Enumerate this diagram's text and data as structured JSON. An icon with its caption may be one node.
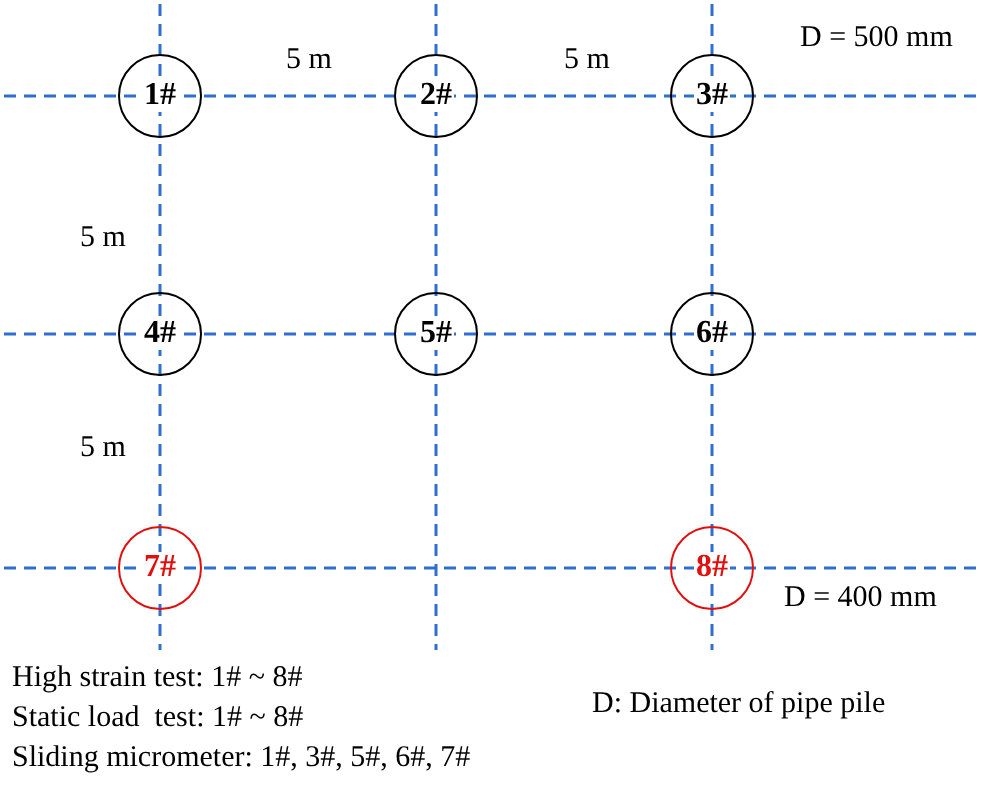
{
  "diagram": {
    "nodes": [
      {
        "text": [
          "1#"
        ]
      },
      {
        "text": [
          "2#"
        ]
      },
      {
        "text": [
          "3#"
        ]
      },
      {
        "text": [
          "4#"
        ]
      },
      {
        "text": [
          "5#"
        ]
      },
      {
        "text": [
          "6#"
        ]
      },
      {
        "text": [
          "7#"
        ]
      },
      {
        "text": [
          "8#"
        ]
      }
    ],
    "edges": [],
    "labels": [
      "5 m",
      "5 m",
      "D = 500 mm",
      "5 m",
      "5 m",
      "D = 400 mm",
      "D: Diameter of pipe pile",
      "High strain test: 1# ~ 8#",
      "Static load  test: 1# ~ 8#",
      "Sliding micrometer: 1#, 3#, 5#, 6#, 7#"
    ]
  }
}
